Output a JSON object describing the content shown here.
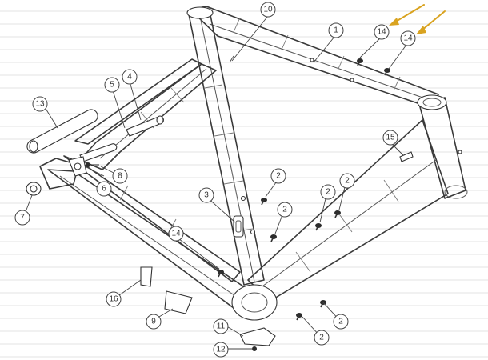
{
  "colors": {
    "background": "#ffffff",
    "ruled_lines": "#e3e3e3",
    "line_art": "#3a3a3a",
    "highlight_arrows": "#d9a320"
  },
  "callouts": {
    "c1": "1",
    "c2a": "2",
    "c2b": "2",
    "c2c": "2",
    "c2d": "2",
    "c2e": "2",
    "c2f": "2",
    "c3": "3",
    "c4": "4",
    "c5": "5",
    "c6": "6",
    "c7": "7",
    "c8": "8",
    "c9": "9",
    "c10": "10",
    "c11": "11",
    "c12": "12",
    "c13": "13",
    "c14a": "14",
    "c14b": "14",
    "c14c": "14",
    "c15": "15",
    "c16": "16"
  },
  "icons": {
    "highlight_arrow": "arrow-icon",
    "bolt": "bolt-icon"
  }
}
